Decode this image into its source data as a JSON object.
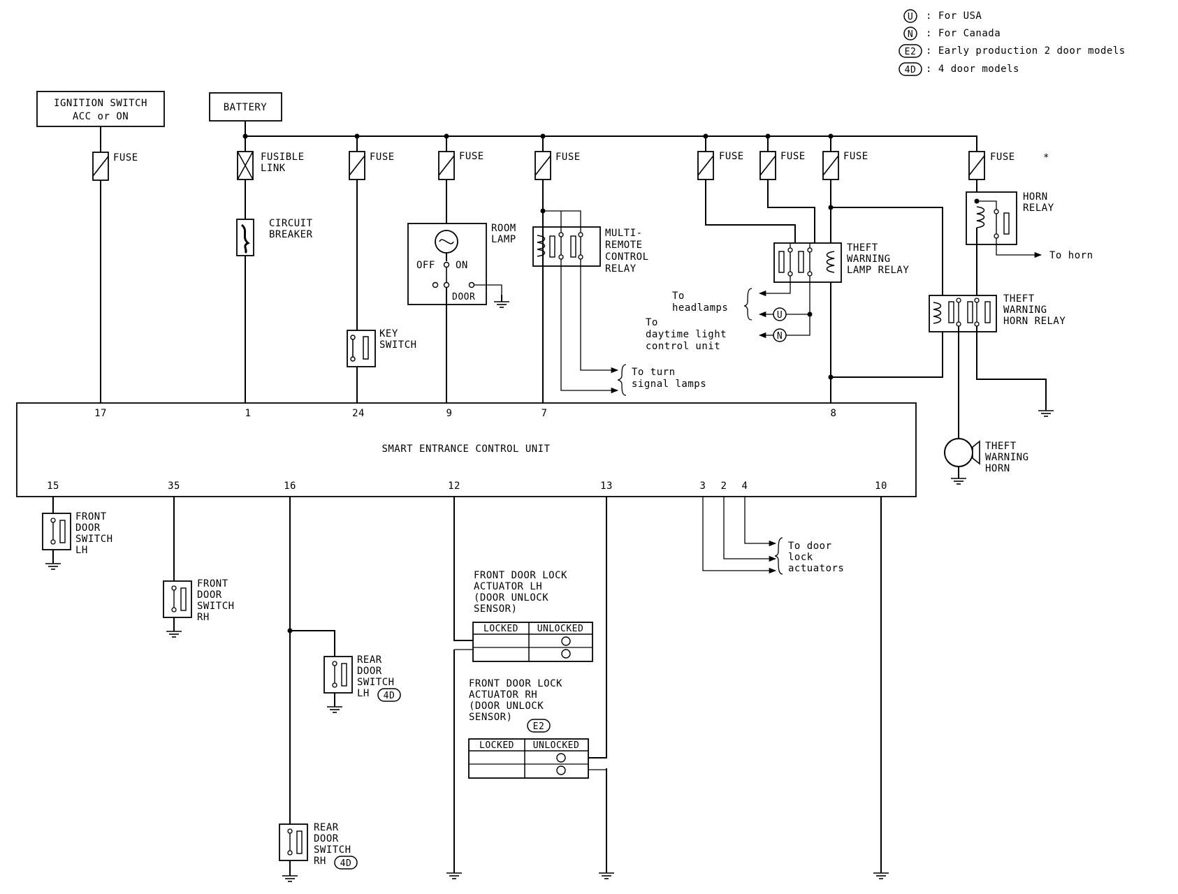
{
  "legend": {
    "usa": {
      "symbol": "U",
      "text": ": For USA"
    },
    "canada": {
      "symbol": "N",
      "text": ": For Canada"
    },
    "e2": {
      "symbol": "E2",
      "text": ": Early production 2 door models"
    },
    "d4": {
      "symbol": "4D",
      "text": ": 4 door models"
    }
  },
  "sources": {
    "ignition_line1": "IGNITION SWITCH",
    "ignition_line2": "ACC or ON",
    "battery": "BATTERY"
  },
  "fuses": {
    "fuse": "FUSE",
    "fusible_link_line1": "FUSIBLE",
    "fusible_link_line2": "LINK",
    "asterisk": "*"
  },
  "components": {
    "circuit_breaker_line1": "CIRCUIT",
    "circuit_breaker_line2": "BREAKER",
    "room_lamp_line1": "ROOM",
    "room_lamp_line2": "LAMP",
    "room_off": "OFF",
    "room_on": "ON",
    "room_door": "DOOR",
    "key_switch_line1": "KEY",
    "key_switch_line2": "SWITCH",
    "multi_relay": [
      "MULTI-",
      "REMOTE",
      "CONTROL",
      "RELAY"
    ],
    "theft_lamp_relay": [
      "THEFT",
      "WARNING",
      "LAMP RELAY"
    ],
    "horn_relay": [
      "HORN",
      "RELAY"
    ],
    "theft_horn_relay": [
      "THEFT",
      "WARNING",
      "HORN RELAY"
    ],
    "theft_horn": [
      "THEFT",
      "WARNING",
      "HORN"
    ],
    "front_door_lh": [
      "FRONT",
      "DOOR",
      "SWITCH",
      "LH"
    ],
    "front_door_rh": [
      "FRONT",
      "DOOR",
      "SWITCH",
      "RH"
    ],
    "rear_door_lh": [
      "REAR",
      "DOOR",
      "SWITCH",
      "LH"
    ],
    "rear_door_rh": [
      "REAR",
      "DOOR",
      "SWITCH",
      "RH"
    ],
    "actuator_lh": [
      "FRONT DOOR LOCK",
      "ACTUATOR LH",
      "(DOOR UNLOCK",
      "SENSOR)"
    ],
    "actuator_rh": [
      "FRONT DOOR LOCK",
      "ACTUATOR RH",
      "(DOOR UNLOCK",
      "SENSOR)"
    ],
    "locked": "LOCKED",
    "unlocked": "UNLOCKED"
  },
  "destinations": {
    "to_horn": "To horn",
    "to_headlamps": [
      "To",
      "headlamps"
    ],
    "to_daytime": [
      "To",
      "daytime light",
      "control unit"
    ],
    "to_turn": [
      "To turn",
      "signal lamps"
    ],
    "to_door": [
      "To door",
      "lock",
      "actuators"
    ]
  },
  "control_unit": {
    "name": "SMART ENTRANCE CONTROL UNIT",
    "top_terminals": [
      "17",
      "1",
      "24",
      "9",
      "7",
      "8"
    ],
    "bottom_terminals": [
      "15",
      "35",
      "16",
      "12",
      "13",
      "3",
      "2",
      "4",
      "10"
    ]
  }
}
